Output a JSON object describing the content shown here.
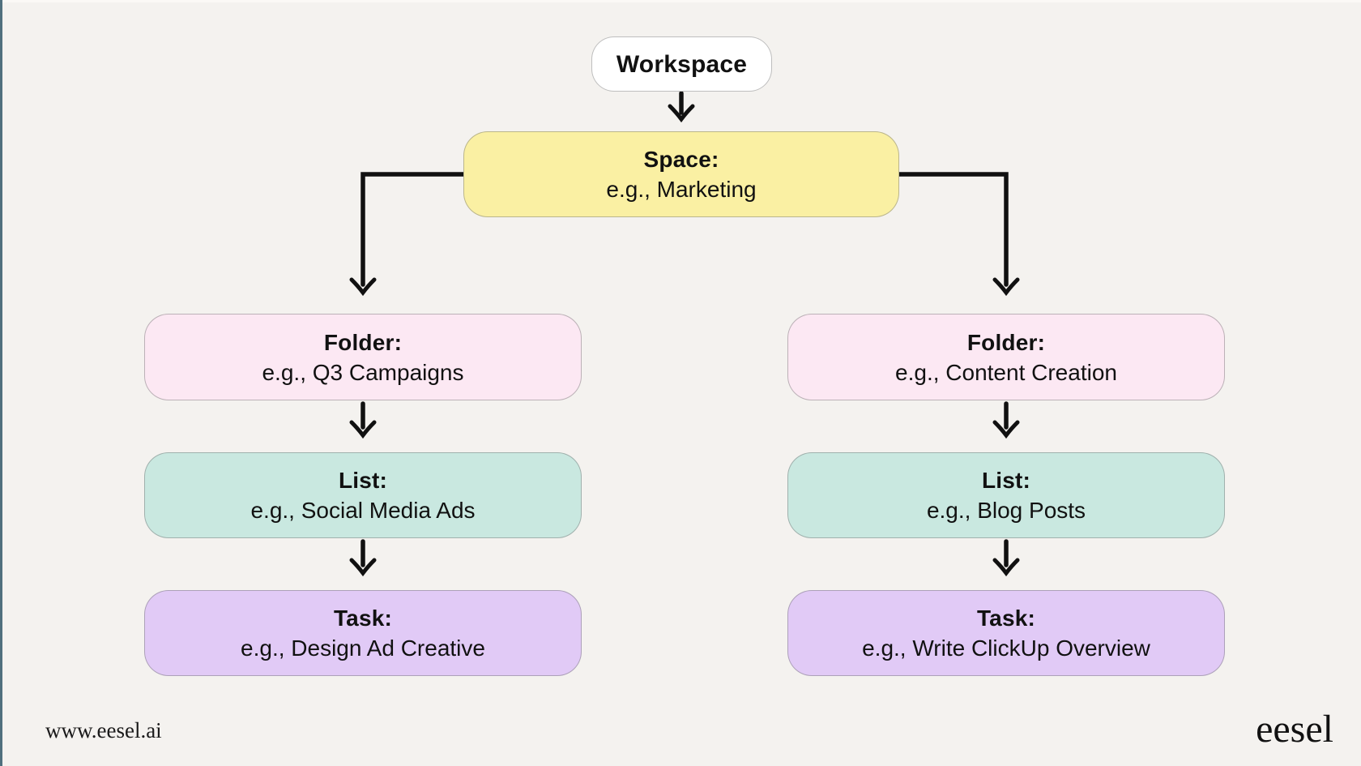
{
  "page": {
    "background_color": "#f4f2ef",
    "left_edge_color": "#50707e",
    "arrow_color": "#111111"
  },
  "diagram": {
    "title_implied": "ClickUp hierarchy",
    "nodes": {
      "workspace": {
        "label": "Workspace",
        "color": "#ffffff"
      },
      "space": {
        "label": "Space:",
        "example": "e.g., Marketing",
        "color": "#faf0a3"
      },
      "folder_left": {
        "label": "Folder:",
        "example": "e.g., Q3 Campaigns",
        "color": "#fce8f3"
      },
      "folder_right": {
        "label": "Folder:",
        "example": "e.g., Content Creation",
        "color": "#fce8f3"
      },
      "list_left": {
        "label": "List:",
        "example": "e.g., Social Media Ads",
        "color": "#c9e8e0"
      },
      "list_right": {
        "label": "List:",
        "example": "e.g., Blog Posts",
        "color": "#c9e8e0"
      },
      "task_left": {
        "label": "Task:",
        "example": "e.g., Design Ad Creative",
        "color": "#e1caf6"
      },
      "task_right": {
        "label": "Task:",
        "example": "e.g., Write ClickUp Overview",
        "color": "#e1caf6"
      }
    },
    "edges": [
      {
        "from": "workspace",
        "to": "space"
      },
      {
        "from": "space",
        "to": "folder_left"
      },
      {
        "from": "space",
        "to": "folder_right"
      },
      {
        "from": "folder_left",
        "to": "list_left"
      },
      {
        "from": "folder_right",
        "to": "list_right"
      },
      {
        "from": "list_left",
        "to": "task_left"
      },
      {
        "from": "list_right",
        "to": "task_right"
      }
    ]
  },
  "footer": {
    "website": "www.eesel.ai",
    "brand": "eesel"
  }
}
